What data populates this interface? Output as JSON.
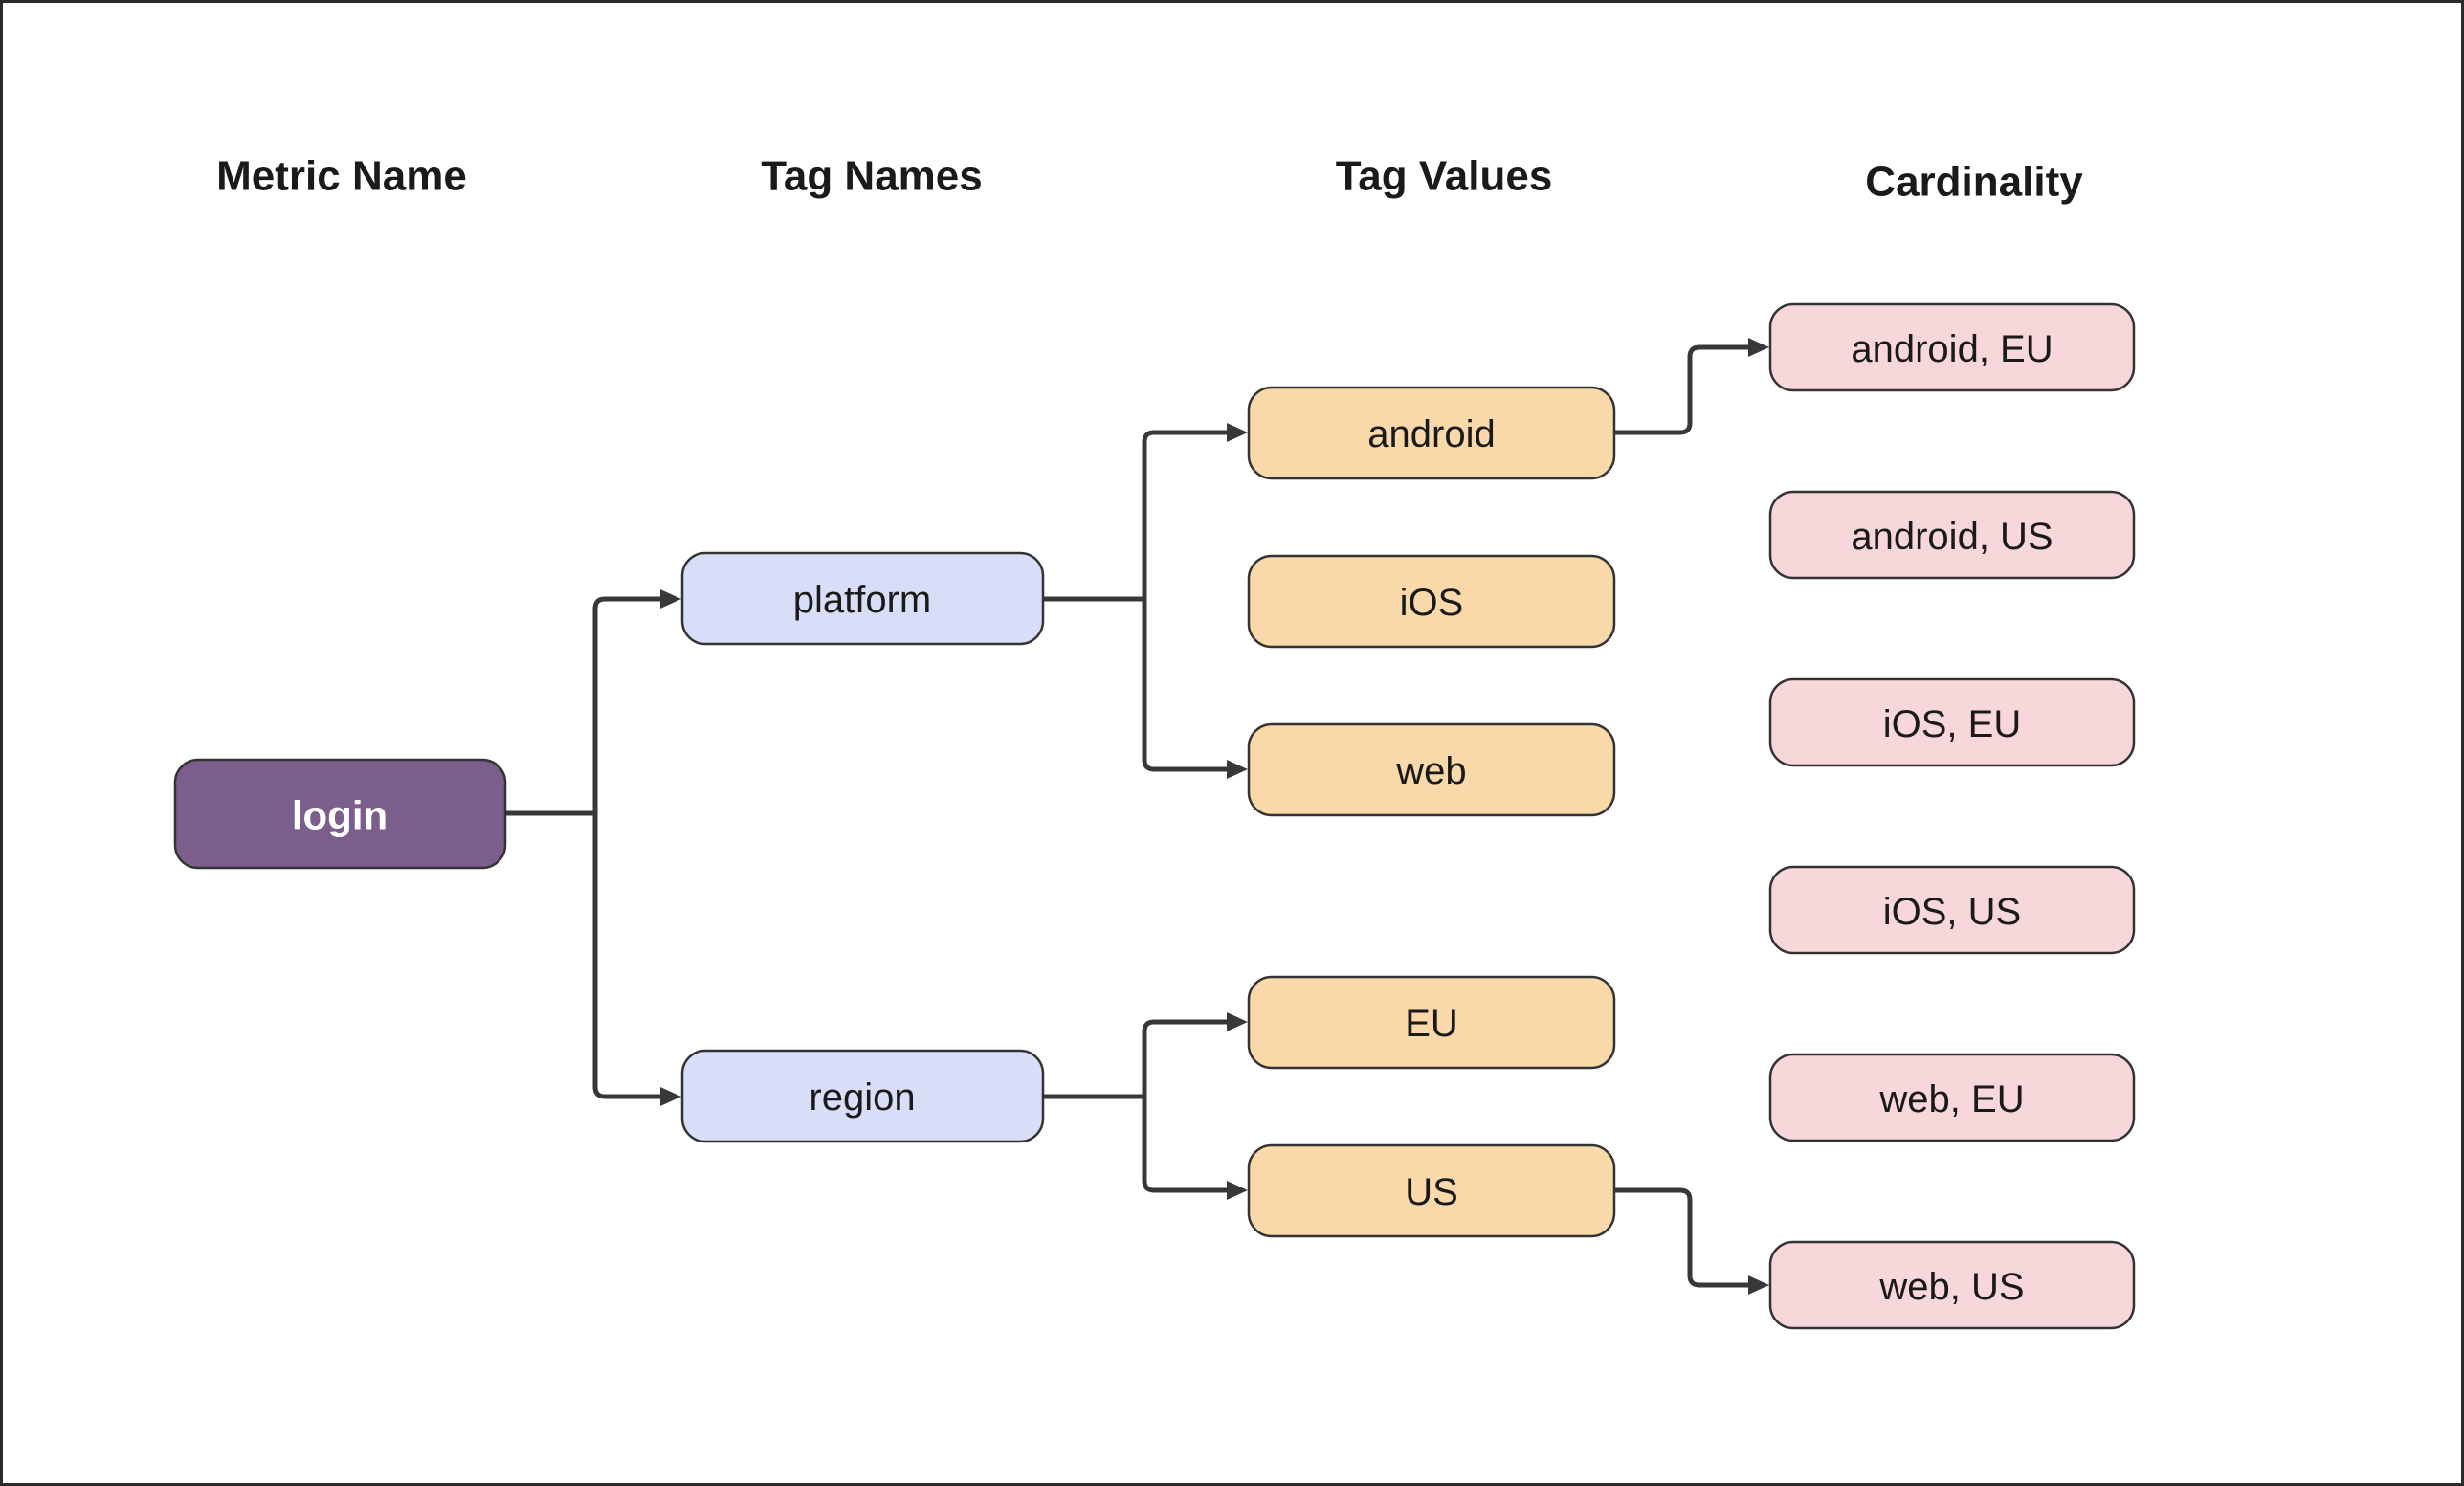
{
  "diagram": {
    "column_headers": [
      {
        "label": "Metric Name"
      },
      {
        "label": "Tag Names"
      },
      {
        "label": "Tag Values"
      },
      {
        "label": "Cardinality"
      }
    ],
    "nodes": {
      "metric": {
        "label": "login"
      },
      "tag_names": [
        {
          "label": "platform"
        },
        {
          "label": "region"
        }
      ],
      "tag_values": [
        {
          "label": "android"
        },
        {
          "label": "iOS"
        },
        {
          "label": "web"
        },
        {
          "label": "EU"
        },
        {
          "label": "US"
        }
      ],
      "cardinality": [
        {
          "label": "android, EU"
        },
        {
          "label": "android, US"
        },
        {
          "label": "iOS, EU"
        },
        {
          "label": "iOS, US"
        },
        {
          "label": "web, EU"
        },
        {
          "label": "web, US"
        }
      ]
    },
    "edges": [
      {
        "from": "login",
        "to": "platform"
      },
      {
        "from": "login",
        "to": "region"
      },
      {
        "from": "platform",
        "to": "android"
      },
      {
        "from": "platform",
        "to": "web"
      },
      {
        "from": "region",
        "to": "EU"
      },
      {
        "from": "region",
        "to": "US"
      },
      {
        "from": "android",
        "to": "android, EU"
      },
      {
        "from": "US",
        "to": "web, US"
      }
    ],
    "colors": {
      "metric_fill": "#7C5E8C",
      "metric_text": "#FFFFFF",
      "tag_name_fill": "#D8DEF8",
      "tag_value_fill": "#F9D8A9",
      "cardinality_fill": "#F8D7DB",
      "node_border": "#333333",
      "connector": "#383838",
      "text": "#1A1A1A",
      "background": "#FFFFFF",
      "canvas_border": "#2B2B2B"
    }
  }
}
